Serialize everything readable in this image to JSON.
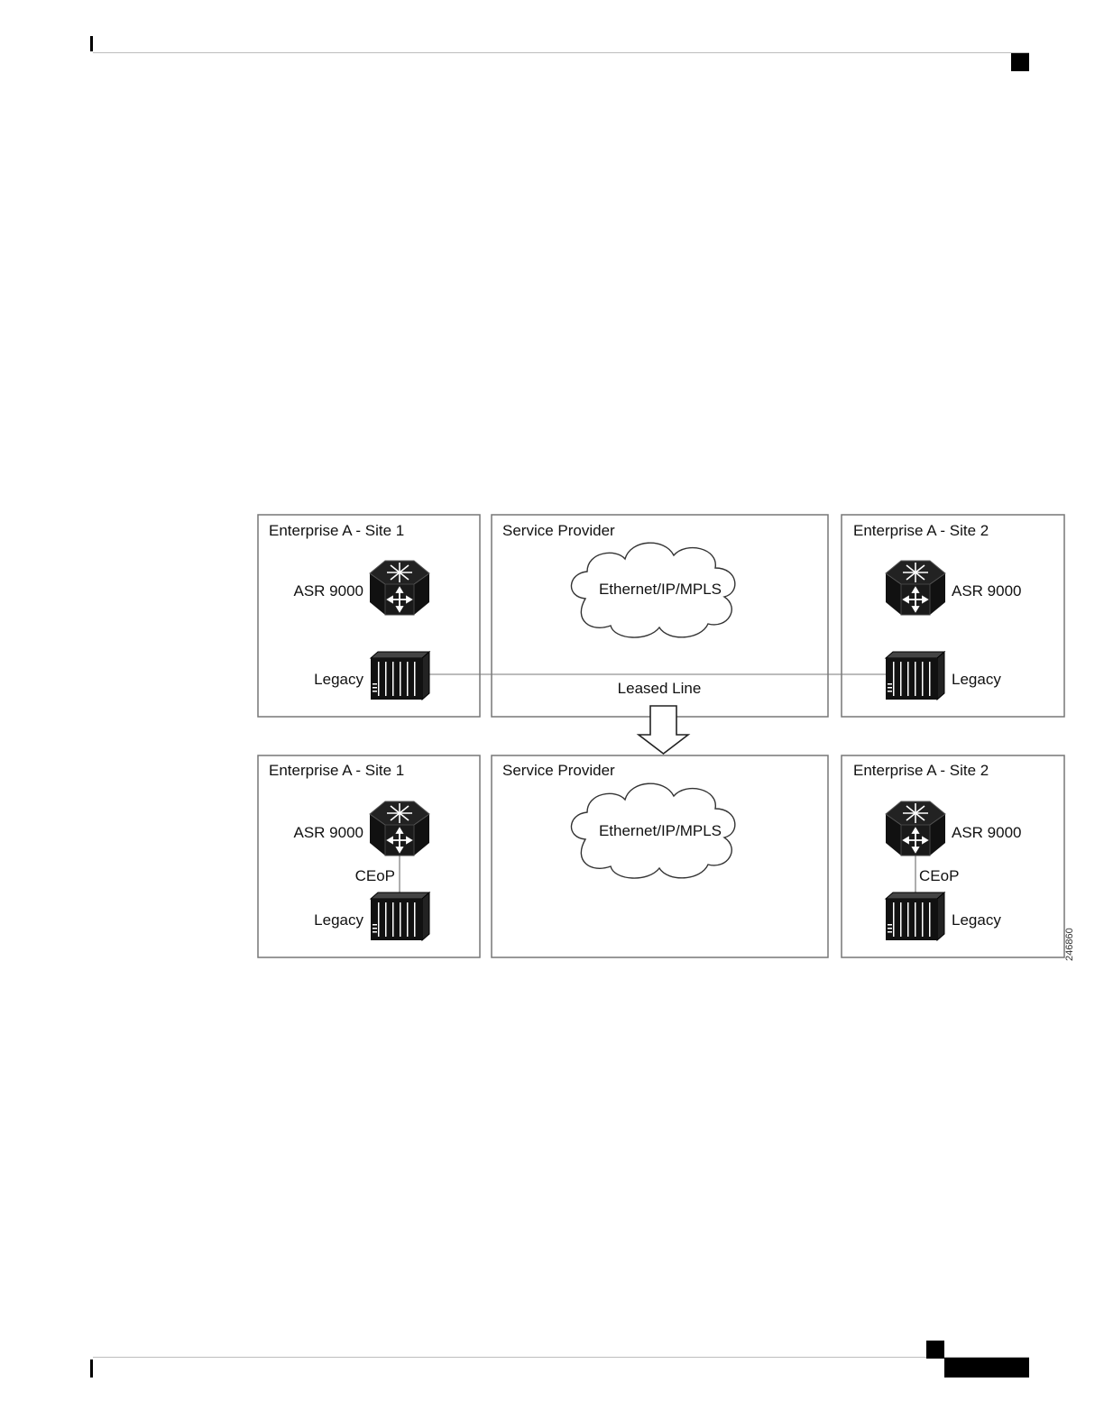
{
  "diagram": {
    "before": {
      "site1": {
        "title": "Enterprise A - Site 1",
        "router_label": "ASR 9000",
        "legacy_label": "Legacy"
      },
      "provider": {
        "title": "Service Provider",
        "cloud_label": "Ethernet/IP/MPLS"
      },
      "site2": {
        "title": "Enterprise A - Site 2",
        "router_label": "ASR 9000",
        "legacy_label": "Legacy"
      },
      "link_label": "Leased Line"
    },
    "after": {
      "site1": {
        "title": "Enterprise A - Site 1",
        "router_label": "ASR 9000",
        "link_label": "CEoP",
        "legacy_label": "Legacy"
      },
      "provider": {
        "title": "Service Provider",
        "cloud_label": "Ethernet/IP/MPLS"
      },
      "site2": {
        "title": "Enterprise A - Site 2",
        "router_label": "ASR 9000",
        "link_label": "CEoP",
        "legacy_label": "Legacy"
      }
    },
    "figure_id": "246860",
    "icons": {
      "router": "router-icon",
      "legacy": "legacy-switch-icon",
      "cloud": "cloud-icon",
      "transition": "arrow-down-icon"
    }
  }
}
